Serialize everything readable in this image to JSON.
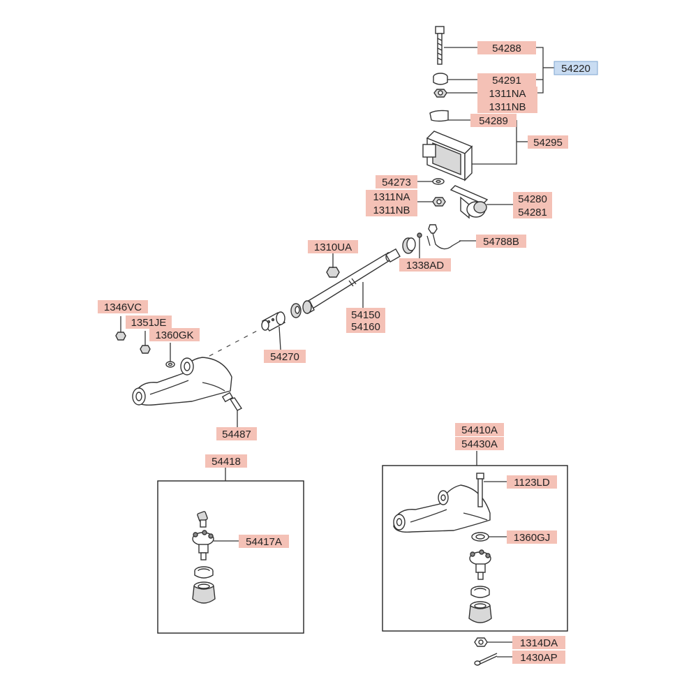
{
  "labels": {
    "p54288": "54288",
    "p54291": "54291",
    "p1311NA_top": "1311NA",
    "p1311NB_top": "1311NB",
    "p54220": "54220",
    "p54289": "54289",
    "p54295": "54295",
    "p54273": "54273",
    "p1311NA_mid": "1311NA",
    "p1311NB_mid": "1311NB",
    "p54280": "54280",
    "p54281": "54281",
    "p54788B": "54788B",
    "p1310UA": "1310UA",
    "p1338AD": "1338AD",
    "p54150": "54150",
    "p54160": "54160",
    "p1346VC": "1346VC",
    "p1351JE": "1351JE",
    "p1360GK": "1360GK",
    "p54270": "54270",
    "p54487": "54487",
    "p54418": "54418",
    "p54417A": "54417A",
    "p54410A": "54410A",
    "p54430A": "54430A",
    "p1123LD": "1123LD",
    "p1360GJ": "1360GJ",
    "p1314DA": "1314DA",
    "p1430AP": "1430AP"
  },
  "colors": {
    "label_fill": "#f4c1b6",
    "assembly_label_fill": "#c9dcf2",
    "line": "#333333"
  }
}
